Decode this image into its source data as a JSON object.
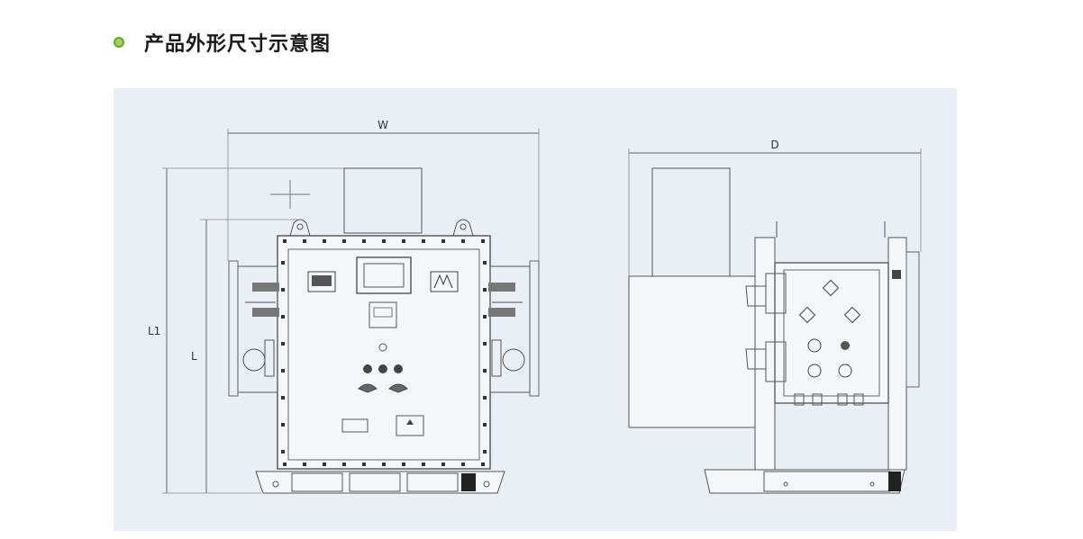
{
  "header": {
    "title": "产品外形尺寸示意图",
    "accent_color": "#6bb536"
  },
  "diagram": {
    "background_color": "#eaeef5",
    "front_view": {
      "label_width": "W",
      "label_height": "L",
      "label_total_height": "L1"
    },
    "side_view": {
      "label_depth": "D"
    }
  }
}
